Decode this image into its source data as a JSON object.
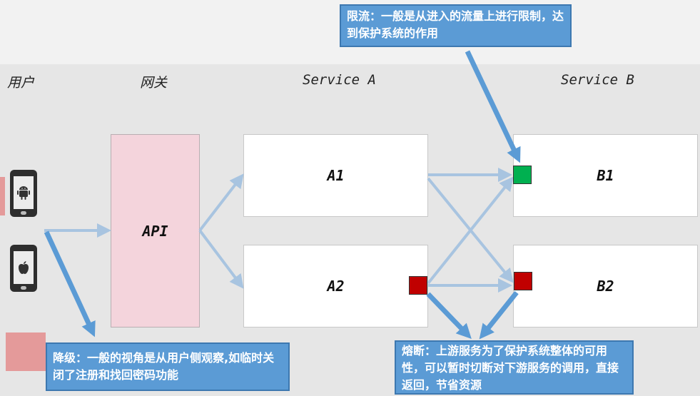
{
  "columns": {
    "user": "用户",
    "gateway": "网关",
    "service_a": "Service A",
    "service_b": "Service B"
  },
  "boxes": {
    "api": "API",
    "a1": "A1",
    "a2": "A2",
    "b1": "B1",
    "b2": "B2"
  },
  "icons": {
    "phone_android": "android-phone-icon",
    "phone_ios": "apple-phone-icon"
  },
  "callouts": {
    "rate_limit": "限流：一般是从进入的流量上进行限制，达到保护系统的作用",
    "degrade": "降级：一般的视角是从用户侧观察,如临时关闭了注册和找回密码功能",
    "circuit_break": "熔断：上游服务为了保护系统整体的可用性，可以暂时切断对下游服务的调用，直接返回，节省资源"
  },
  "colors": {
    "callout_bg": "#5b9bd5",
    "arrow": "#5b9bd5",
    "green_marker": "#00b050",
    "red_marker": "#c00000",
    "api_box": "#f4d4dc"
  }
}
